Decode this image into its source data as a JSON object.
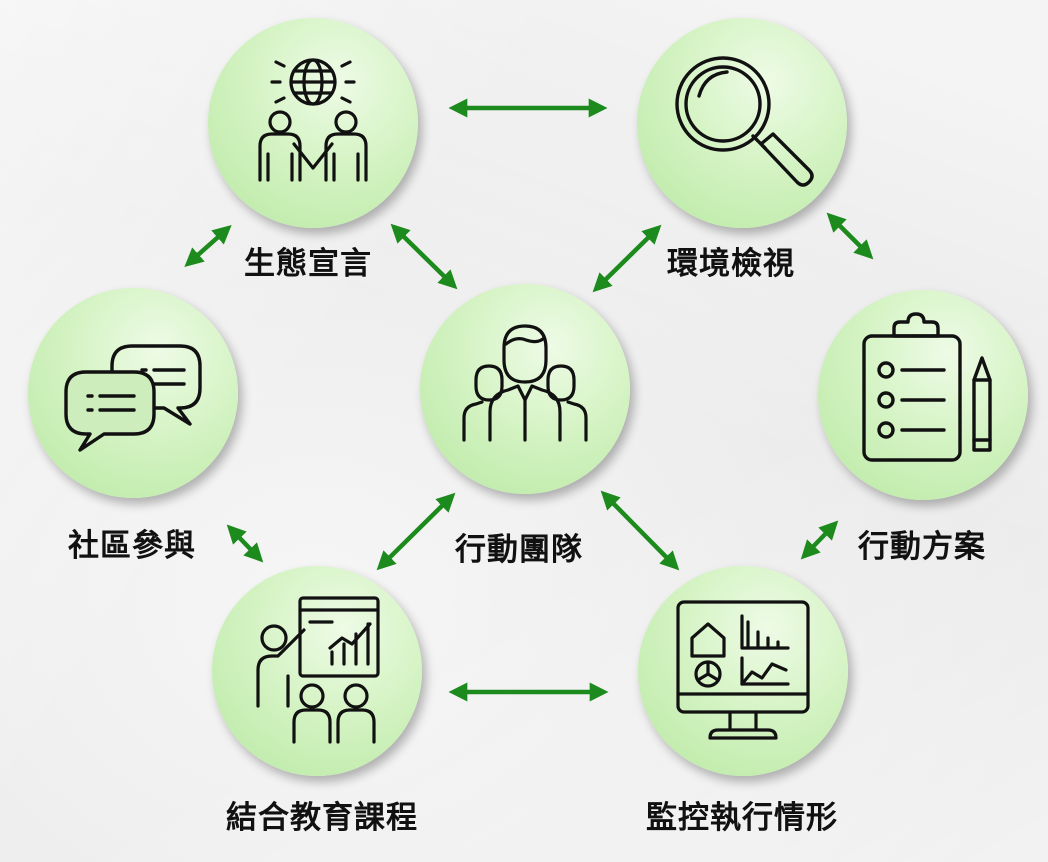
{
  "labels": {
    "declaration": "生態宣言",
    "review": "環境檢視",
    "community": "社區參與",
    "team": "行動團隊",
    "plan": "行動方案",
    "curriculum": "結合教育課程",
    "monitor": "監控執行情形"
  },
  "colors": {
    "arrow": "#1c8a1c",
    "circle": "#c9efb5",
    "icon": "#111111"
  }
}
